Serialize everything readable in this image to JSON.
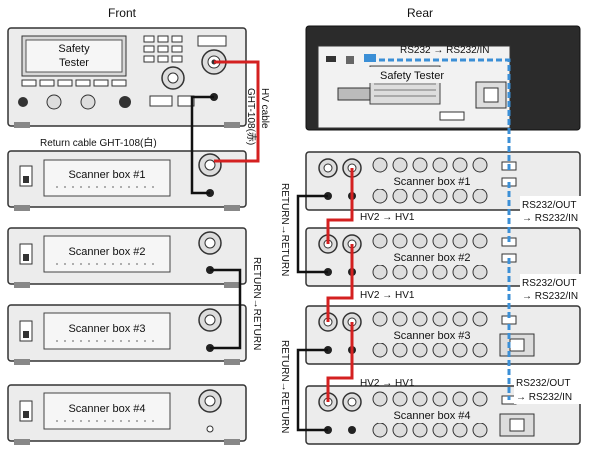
{
  "front": {
    "heading": "Front",
    "tester_label_line1": "Safety",
    "tester_label_line2": "Tester",
    "return_cable_label": "Return cable  GHT-108(白)",
    "hv_cable_label": "HV cable",
    "hv_cable_model": "GHT-108(赤)",
    "boxes": [
      "Scanner box #1",
      "Scanner box #2",
      "Scanner box #3",
      "Scanner box #4"
    ],
    "return_label": "RETURN→RETURN"
  },
  "rear": {
    "heading": "Rear",
    "tester_label": "Safety Tester",
    "rs232_top": "RS232 → RS232/IN",
    "boxes": [
      "Scanner box #1",
      "Scanner box #2",
      "Scanner box #3",
      "Scanner box #4"
    ],
    "hv_links": [
      "HV2 → HV1",
      "HV2 → HV1",
      "HV2 → HV1"
    ],
    "return_label": "RETURN→RETURN",
    "rs232_out_line1": "RS232/OUT",
    "rs232_out_line2": "→ RS232/IN",
    "rs232_out3_line1": "RS232/OUT",
    "rs232_out3_line2": "→ RS232/IN"
  },
  "colors": {
    "hv_cable": "#d42020",
    "return_cable": "#111111",
    "rs232_cable": "#3b8fd6"
  }
}
